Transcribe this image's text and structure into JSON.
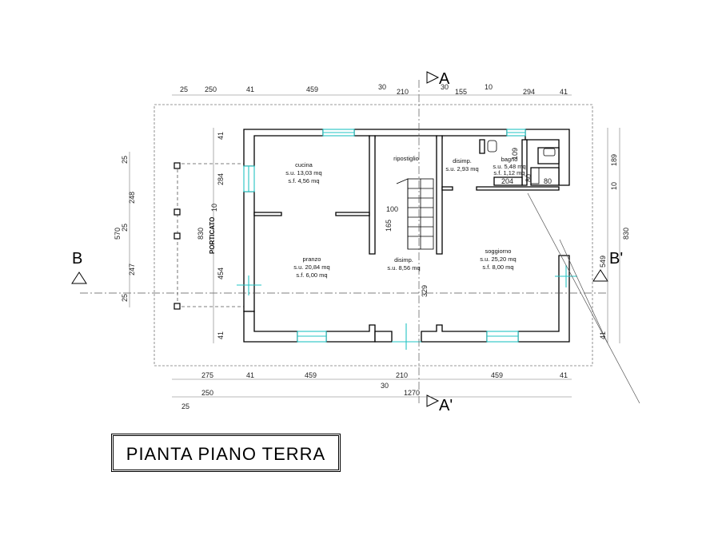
{
  "title": "PIANTA PIANO TERRA",
  "section_labels": {
    "a_top": "A",
    "a_bottom": "A'",
    "b_left": "B",
    "b_right": "B'"
  },
  "porch_label": "PORTICATO",
  "rooms": {
    "cucina": [
      "cucina",
      "s.u. 13,03 mq",
      "s.f. 4,56 mq"
    ],
    "pranzo": [
      "pranzo",
      "s.u. 20,84 mq",
      "s.f. 6,00 mq"
    ],
    "ripostiglio": [
      "ripostiglio"
    ],
    "disimp_center": [
      "disimp.",
      "s.u. 8,56 mq"
    ],
    "disimp_right": [
      "disimp.",
      "s.u. 2,93 mq"
    ],
    "bagno": [
      "bagno",
      "s.u. 5,48 mq",
      "s.f. 1,12 mq"
    ],
    "soggiorno": [
      "soggiorno",
      "s.u. 25,20 mq",
      "s.f. 8,00 mq"
    ]
  },
  "dimensions": {
    "top": [
      "25",
      "250",
      "41",
      "459",
      "30",
      "210",
      "30",
      "155",
      "10",
      "294",
      "41"
    ],
    "bottom_row1": [
      "275",
      "41",
      "459",
      "210",
      "459",
      "41"
    ],
    "bottom_row2": [
      "250",
      "30",
      "1270"
    ],
    "bottom_row3": [
      "25"
    ],
    "left_outer": [
      "25",
      "248",
      "25",
      "570",
      "247",
      "25"
    ],
    "left_inner": [
      "41",
      "284",
      "10",
      "830",
      "454",
      "41"
    ],
    "right": [
      "189",
      "10",
      "830",
      "549",
      "41"
    ],
    "interior": [
      "100",
      "165",
      "329",
      "109",
      "80",
      "80",
      "204"
    ]
  },
  "colors": {
    "wall": "#000000",
    "window": "#22c4c4",
    "section_line": "#555555"
  }
}
